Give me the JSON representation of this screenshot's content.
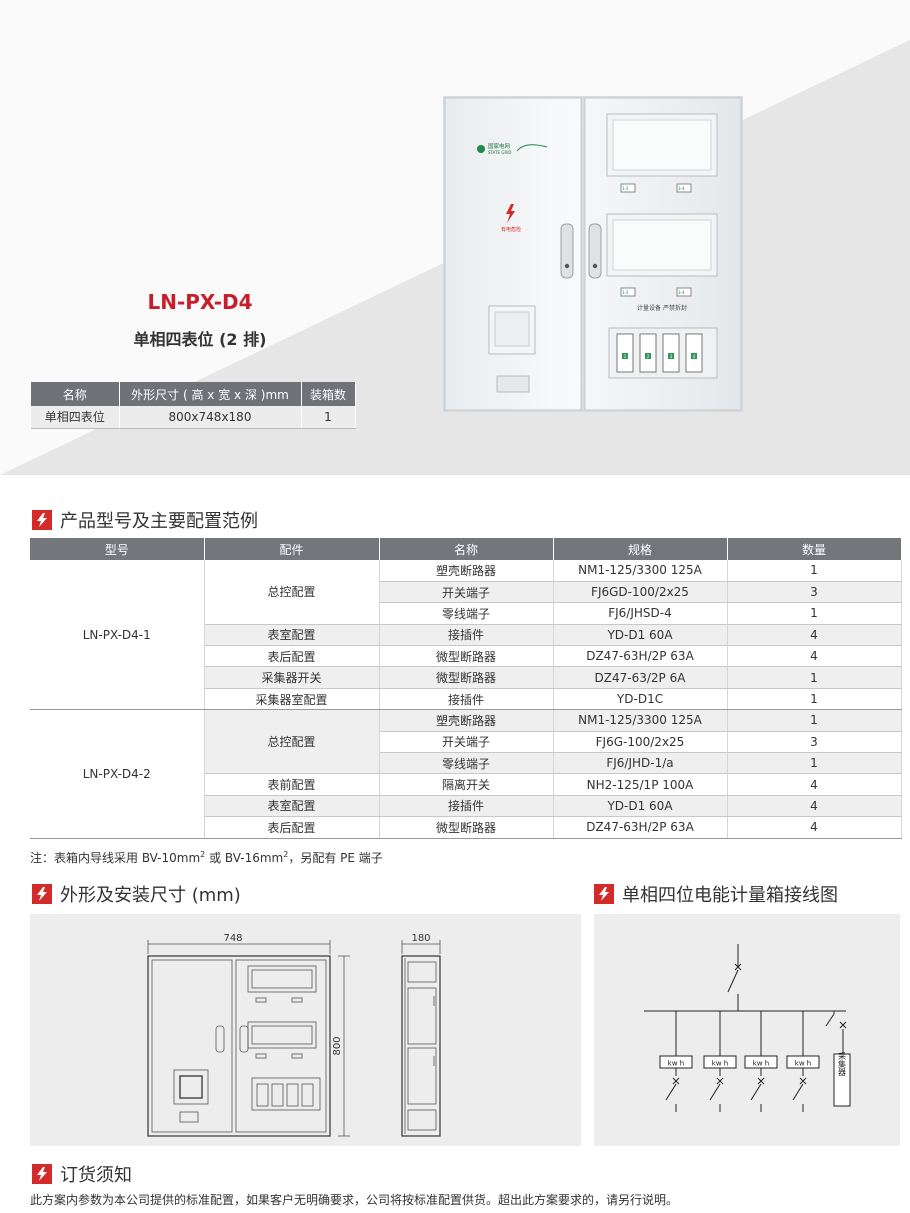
{
  "hero": {
    "title": "LN-PX-D4",
    "subtitle": "单相四表位 (2 排)",
    "spec_headers": [
      "名称",
      "外形尺寸 ( 高 x 宽 x 深 )mm",
      "装箱数"
    ],
    "spec_row": [
      "单相四表位",
      "800x748x180",
      "1"
    ],
    "cabinet": {
      "logo_cn": "国家电网",
      "logo_en": "STATE GRID",
      "danger_label": "有电危险",
      "switch_1": "1-2",
      "switch_2": "3-4",
      "switch_3": "1-2",
      "switch_4": "3-4",
      "footer_label": "计量设备  严禁拆封",
      "meters": [
        "1",
        "2",
        "3",
        "4"
      ]
    }
  },
  "section1": {
    "title": "产品型号及主要配置范例",
    "headers": [
      "型号",
      "配件",
      "名称",
      "规格",
      "数量"
    ],
    "groups": [
      {
        "model": "LN-PX-D4-1",
        "parts": [
          {
            "part": "总控配置",
            "items": [
              {
                "name": "塑壳断路器",
                "spec": "NM1-125/3300 125A",
                "qty": "1"
              },
              {
                "name": "开关端子",
                "spec": "FJ6GD-100/2x25",
                "qty": "3"
              },
              {
                "name": "零线端子",
                "spec": "FJ6/JHSD-4",
                "qty": "1"
              }
            ]
          },
          {
            "part": "表室配置",
            "items": [
              {
                "name": "接插件",
                "spec": "YD-D1 60A",
                "qty": "4"
              }
            ]
          },
          {
            "part": "表后配置",
            "items": [
              {
                "name": "微型断路器",
                "spec": "DZ47-63H/2P 63A",
                "qty": "4"
              }
            ]
          },
          {
            "part": "采集器开关",
            "items": [
              {
                "name": "微型断路器",
                "spec": "DZ47-63/2P 6A",
                "qty": "1"
              }
            ]
          },
          {
            "part": "采集器室配置",
            "items": [
              {
                "name": "接插件",
                "spec": "YD-D1C",
                "qty": "1"
              }
            ]
          }
        ]
      },
      {
        "model": "LN-PX-D4-2",
        "parts": [
          {
            "part": "总控配置",
            "items": [
              {
                "name": "塑壳断路器",
                "spec": "NM1-125/3300 125A",
                "qty": "1"
              },
              {
                "name": "开关端子",
                "spec": "FJ6G-100/2x25",
                "qty": "3"
              },
              {
                "name": "零线端子",
                "spec": "FJ6/JHD-1/a",
                "qty": "1"
              }
            ]
          },
          {
            "part": "表前配置",
            "items": [
              {
                "name": "隔离开关",
                "spec": "NH2-125/1P 100A",
                "qty": "4"
              }
            ]
          },
          {
            "part": "表室配置",
            "items": [
              {
                "name": "接插件",
                "spec": "YD-D1 60A",
                "qty": "4"
              }
            ]
          },
          {
            "part": "表后配置",
            "items": [
              {
                "name": "微型断路器",
                "spec": "DZ47-63H/2P 63A",
                "qty": "4"
              }
            ]
          }
        ]
      }
    ],
    "note_prefix": "注：表箱内导线采用 BV-10mm",
    "note_sup1": "2",
    "note_mid": " 或 BV-16mm",
    "note_sup2": "2",
    "note_suffix": "，另配有 PE 端子"
  },
  "section2": {
    "title": "外形及安装尺寸 (mm)",
    "dim_width": "748",
    "dim_height": "800",
    "dim_depth": "180"
  },
  "section3": {
    "title": "单相四位电能计量箱接线图",
    "meter_label": "kw h",
    "collector_label": "采集器"
  },
  "section4": {
    "title": "订货须知",
    "text": "此方案内参数为本公司提供的标准配置，如果客户无明确要求，公司将按标准配置供货。超出此方案要求的，请另行说明。"
  },
  "colors": {
    "accent": "#d32a2a",
    "header_grey": "#73777c",
    "panel_grey": "#ededed"
  }
}
